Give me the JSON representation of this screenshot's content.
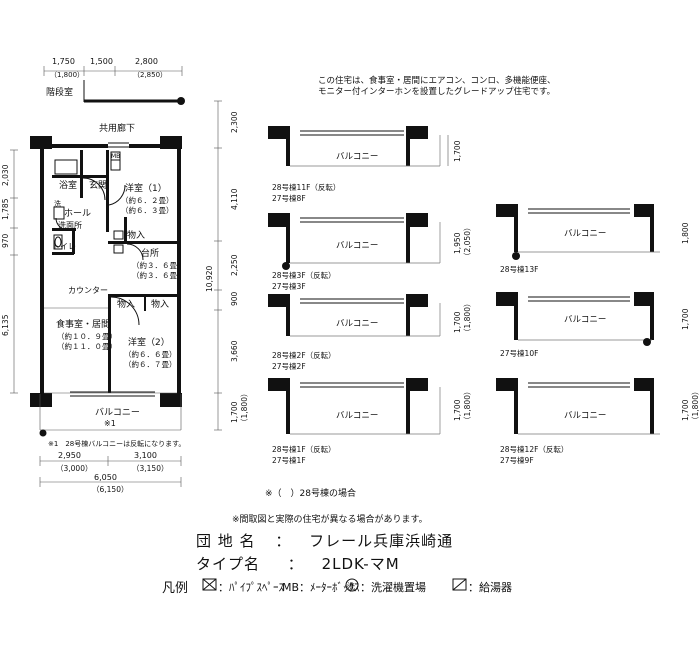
{
  "header_note": {
    "line1": "この住宅は、食事室・居間にエアコン、コンロ、多機能便座、",
    "line2": "モニター付インターホンを設置したグレードアップ住宅です。"
  },
  "top_dims": {
    "d1": "1,750",
    "d1b": "（1,800）",
    "d2": "1,500",
    "d3": "2,800",
    "d3b": "（2,850）"
  },
  "stair_label": "階段室",
  "corridor_label": "共用廊下",
  "rooms": {
    "bath": "浴室",
    "entrance": "玄関",
    "hall": "ホール",
    "washroom": "洗面所",
    "toilet": "トイレ",
    "western1": "洋室（1）",
    "western1_a": "（約６．２畳）",
    "western1_b": "（約６．３畳）",
    "storage1": "物入",
    "kitchen": "台所",
    "kitchen_a": "（約３．６畳）",
    "kitchen_b": "（約３．６畳）",
    "counter": "カウンター",
    "storage2": "物入",
    "storage3": "物入",
    "dining": "食事室・居間",
    "dining_a": "（約１０．９畳）",
    "dining_b": "（約１１．０畳）",
    "western2": "洋室（2）",
    "western2_a": "（約６．６畳）",
    "western2_b": "（約６．７畳）",
    "balcony": "バルコニー",
    "mark1": "※1",
    "mb": "MB",
    "wash_sym": "洗"
  },
  "left_dims": [
    "2,030",
    "1,785",
    "970",
    "6,135"
  ],
  "right_dims": [
    "2,300",
    "4,110",
    "2,250",
    "900",
    "10,920",
    "3,660",
    "1,700",
    "（1,800）"
  ],
  "bottom_dims": {
    "d1": "2,950",
    "d1b": "（3,000）",
    "d2": "3,100",
    "d2b": "（3,150）",
    "total": "6,050",
    "total_b": "（6,150）"
  },
  "footnote1": "※1　28号棟バルコニーは反転になります。",
  "variants": [
    {
      "balcony": "バルコニー",
      "dim": "1,700",
      "dim_b": "",
      "l1": "28号棟11F（反転）",
      "l2": "27号棟8F"
    },
    {
      "balcony": "バルコニー",
      "dim": "1,950",
      "dim_b": "（2,050）",
      "l1": "28号棟3F（反転）",
      "l2": "27号棟3F"
    },
    {
      "balcony": "バルコニー",
      "dim": "1,700",
      "dim_b": "（1,800）",
      "l1": "28号棟2F（反転）",
      "l2": "27号棟2F"
    },
    {
      "balcony": "バルコニー",
      "dim": "1,700",
      "dim_b": "（1,800）",
      "l1": "28号棟1F（反転）",
      "l2": "27号棟1F"
    },
    {
      "balcony": "バルコニー",
      "dim": "1,800",
      "dim_b": "",
      "l1": "28号棟13F",
      "l2": ""
    },
    {
      "balcony": "バルコニー",
      "dim": "1,700",
      "dim_b": "",
      "l1": "27号棟10F",
      "l2": ""
    },
    {
      "balcony": "バルコニー",
      "dim": "1,700",
      "dim_b": "（1,800）",
      "l1": "28号棟12F（反転）",
      "l2": "27号棟9F"
    }
  ],
  "note28": "※（　）28号棟の場合",
  "disclaimer": "※間取図と実際の住宅が異なる場合があります。",
  "complex_label": "団 地 名",
  "complex_sep": "：",
  "complex_value": "フレール兵庫浜崎通",
  "type_label": "タイプ名",
  "type_sep": "：",
  "type_value": "2LDK-マM",
  "legend": {
    "title": "凡例",
    "pipe": "：ﾊﾟｲﾌﾟｽﾍﾟｰｽ",
    "mb": "MB：ﾒｰﾀｰﾎﾞｯｸｽ",
    "wash_sym": "洗",
    "wash": "：洗濯機置場",
    "heater": "：給湯器"
  },
  "colors": {
    "line": "#111111",
    "wall": "#111111",
    "background": "#ffffff"
  }
}
